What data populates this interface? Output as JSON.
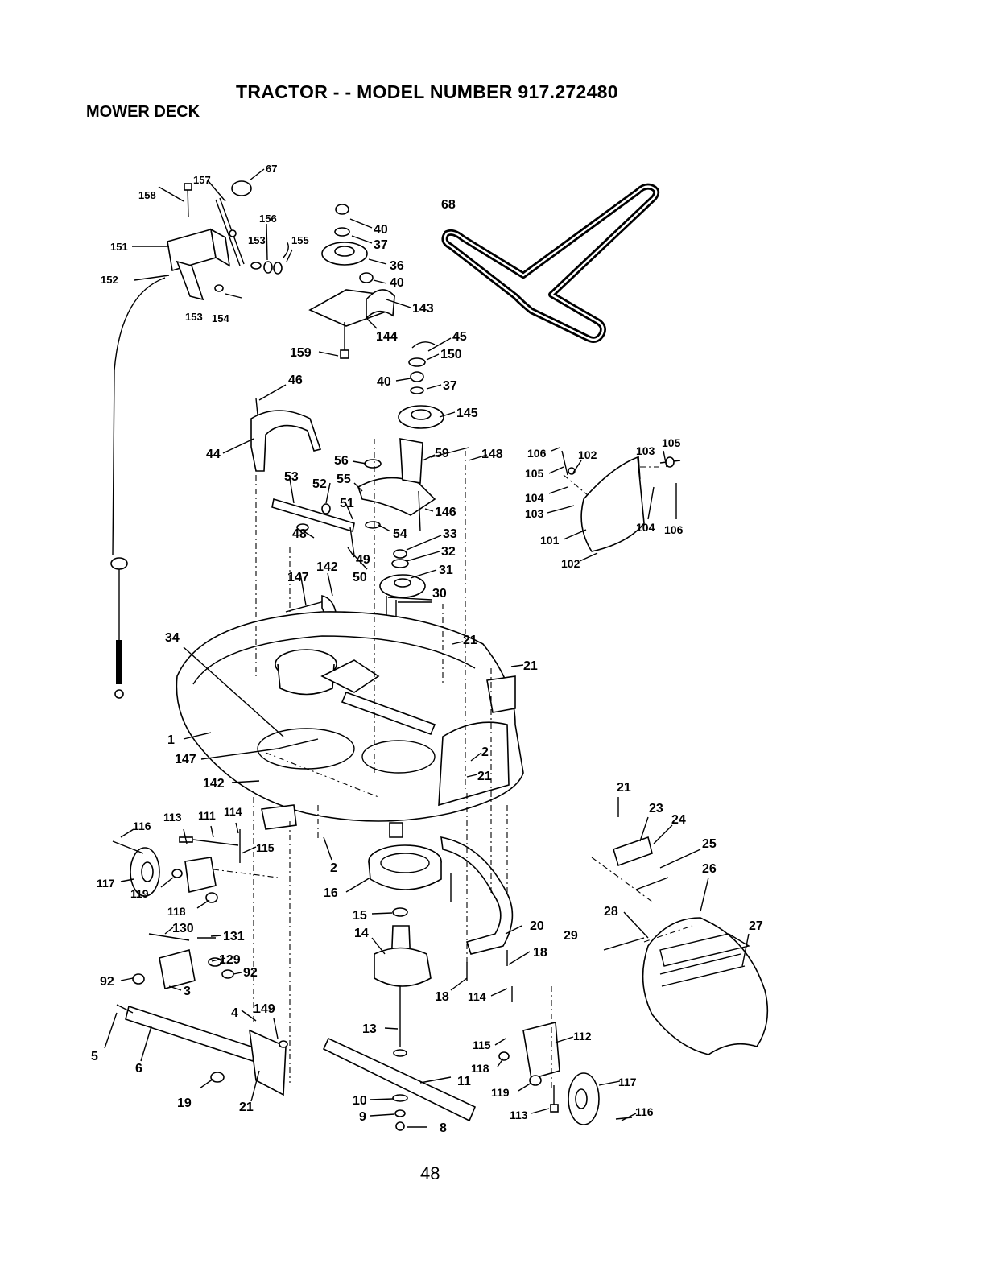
{
  "header": {
    "title": "TRACTOR - - MODEL NUMBER 917.272480",
    "section": "MOWER DECK"
  },
  "footer": {
    "page_number": "48"
  },
  "callouts": {
    "c1": "1",
    "c2a": "2",
    "c2b": "2",
    "c3": "3",
    "c4": "4",
    "c5": "5",
    "c6": "6",
    "c8": "8",
    "c9": "9",
    "c10": "10",
    "c11": "11",
    "c13": "13",
    "c14": "14",
    "c15": "15",
    "c16": "16",
    "c18a": "18",
    "c18b": "18",
    "c19": "19",
    "c20": "20",
    "c21a": "21",
    "c21b": "21",
    "c21c": "21",
    "c21d": "21",
    "c21e": "21",
    "c23": "23",
    "c24": "24",
    "c25": "25",
    "c26": "26",
    "c27": "27",
    "c28": "28",
    "c29": "29",
    "c30": "30",
    "c31": "31",
    "c32": "32",
    "c33": "33",
    "c34": "34",
    "c36": "36",
    "c37a": "37",
    "c37b": "37",
    "c40a": "40",
    "c40b": "40",
    "c40c": "40",
    "c44": "44",
    "c45": "45",
    "c46": "46",
    "c48": "48",
    "c49": "49",
    "c50": "50",
    "c51": "51",
    "c52": "52",
    "c53": "53",
    "c54": "54",
    "c55": "55",
    "c56": "56",
    "c59": "59",
    "c67": "67",
    "c68": "68",
    "c92a": "92",
    "c92b": "92",
    "c101": "101",
    "c102a": "102",
    "c102b": "102",
    "c103a": "103",
    "c103b": "103",
    "c104a": "104",
    "c104b": "104",
    "c105a": "105",
    "c105b": "105",
    "c106a": "106",
    "c106b": "106",
    "c111": "111",
    "c112": "112",
    "c113a": "113",
    "c113b": "113",
    "c114a": "114",
    "c114b": "114",
    "c115a": "115",
    "c115b": "115",
    "c116a": "116",
    "c116b": "116",
    "c117a": "117",
    "c117b": "117",
    "c118a": "118",
    "c118b": "118",
    "c119a": "119",
    "c119b": "119",
    "c129": "129",
    "c130": "130",
    "c131": "131",
    "c142a": "142",
    "c142b": "142",
    "c143": "143",
    "c144": "144",
    "c145": "145",
    "c146": "146",
    "c147a": "147",
    "c147b": "147",
    "c148": "148",
    "c149": "149",
    "c150": "150",
    "c151": "151",
    "c152": "152",
    "c153a": "153",
    "c153b": "153",
    "c154": "154",
    "c155": "155",
    "c156": "156",
    "c157": "157",
    "c158": "158",
    "c159": "159"
  }
}
